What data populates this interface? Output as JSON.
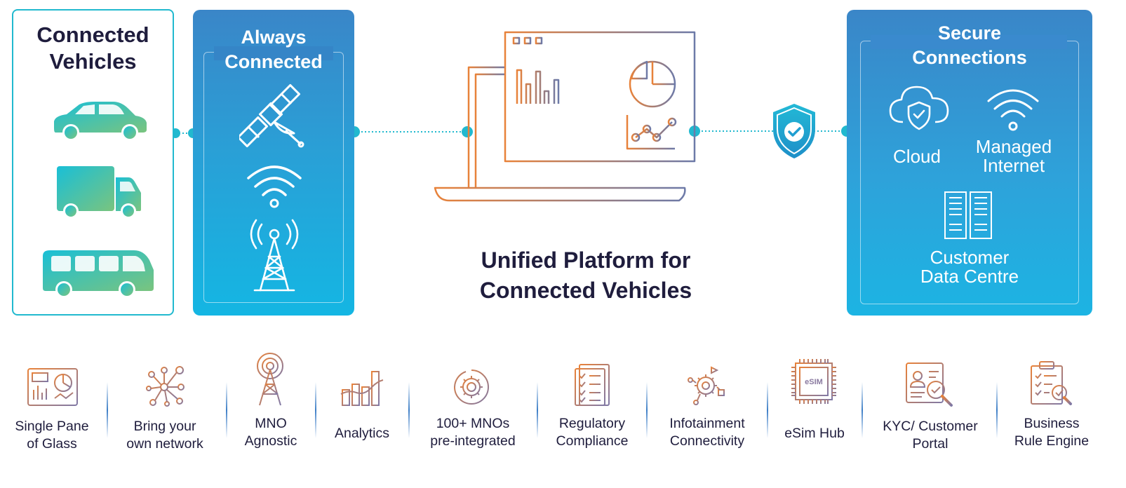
{
  "left_panel": {
    "title": [
      "Connected",
      "Vehicles"
    ],
    "vehicles": [
      "car-icon",
      "truck-icon",
      "bus-icon"
    ]
  },
  "always_connected": {
    "title": [
      "Always",
      "Connected"
    ],
    "icons": [
      "satellite-icon",
      "wifi-icon",
      "cell-tower-icon"
    ]
  },
  "center": {
    "title": [
      "Unified Platform for",
      "Connected Vehicles"
    ],
    "shield": "shield-check-icon"
  },
  "secure_connections": {
    "title": [
      "Secure",
      "Connections"
    ],
    "items": [
      {
        "label": [
          "Cloud"
        ],
        "icon": "cloud-shield-icon"
      },
      {
        "label": [
          "Managed",
          "Internet"
        ],
        "icon": "wifi-icon"
      },
      {
        "label": [
          "Customer",
          "Data Centre"
        ],
        "icon": "server-icon"
      }
    ]
  },
  "features": [
    {
      "label": [
        "Single Pane",
        "of Glass"
      ],
      "icon": "dashboard-icon"
    },
    {
      "label": [
        "Bring your",
        "own network"
      ],
      "icon": "network-icon"
    },
    {
      "label": [
        "MNO",
        "Agnostic"
      ],
      "icon": "tower-icon"
    },
    {
      "label": [
        "Analytics"
      ],
      "icon": "analytics-icon"
    },
    {
      "label": [
        "100+ MNOs",
        "pre-integrated"
      ],
      "icon": "gear-cycle-icon"
    },
    {
      "label": [
        "Regulatory",
        "Compliance"
      ],
      "icon": "checklist-icon"
    },
    {
      "label": [
        "Infotainment",
        "Connectivity"
      ],
      "icon": "gear-connect-icon"
    },
    {
      "label": [
        "eSim Hub"
      ],
      "icon": "esim-chip-icon",
      "chip_text": "eSIM"
    },
    {
      "label": [
        "KYC/ Customer",
        "Portal"
      ],
      "icon": "kyc-search-icon"
    },
    {
      "label": [
        "Business",
        "Rule Engine"
      ],
      "icon": "rule-clipboard-icon"
    }
  ],
  "colors": {
    "teal": "#21b9cf",
    "panel_blue_top": "#3a86c8",
    "panel_blue_bottom": "#14b6e3",
    "icon_orange": "#e07a3c",
    "icon_slate": "#7d7fa8",
    "text_dark": "#1f1d3d"
  }
}
